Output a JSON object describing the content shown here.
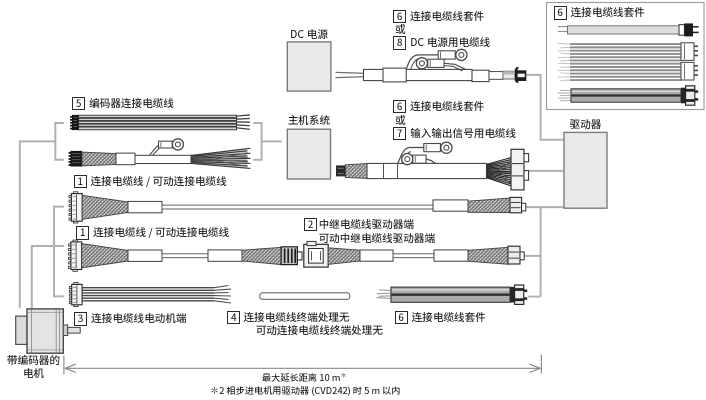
{
  "diagram": {
    "nodes": {
      "dc_power": {
        "label": "DC 电源"
      },
      "host_system": {
        "label": "主机系统"
      },
      "driver": {
        "label": "驱动器"
      },
      "motor": {
        "label_line1": "带编码器的",
        "label_line2": "电机"
      }
    },
    "inset": {
      "number": "6",
      "title": "连接电缆线套件"
    },
    "labels": {
      "encoder_cable": {
        "number": "5",
        "text": "编码器连接电缆线"
      },
      "connection_cable_upper": {
        "number": "1",
        "text": "连接电缆线 / 可动连接电缆线"
      },
      "dc_cable_options": {
        "option1_number": "6",
        "option1_text": "连接电缆线套件",
        "or": "或",
        "option2_number": "8",
        "option2_text": "DC 电源用电缆线"
      },
      "io_cable_options": {
        "option1_number": "6",
        "option1_text": "连接电缆线套件",
        "or": "或",
        "option2_number": "7",
        "option2_text": "输入输出信号用电缆线"
      },
      "connection_cable_lower": {
        "number": "1",
        "text": "连接电缆线 / 可动连接电缆线"
      },
      "relay_cable": {
        "number": "2",
        "line1": "中继电缆线驱动器端",
        "line2": "可动中继电缆线驱动器端"
      },
      "motor_end_cable": {
        "number": "3",
        "text": "连接电缆线电动机端"
      },
      "unterminated_cable": {
        "number": "4",
        "line1": "连接电缆线终端处理无",
        "line2": "可动连接电缆线终端处理无"
      },
      "cable_set_bottom": {
        "number": "6",
        "text": "连接电缆线套件"
      }
    },
    "dimension": {
      "text": "最大延长距离 10 m",
      "asterisk": "✽"
    },
    "footnote": {
      "text": "✽2 相步进电机用驱动器 (CVD242) 时 5 m 以内"
    },
    "colors": {
      "node_fill": "#e9e9e9",
      "node_border": "#7c7c7c",
      "link_line": "#b1b1b1",
      "ink": "#1a1a1a",
      "panel_border": "#9b9b9b"
    }
  }
}
